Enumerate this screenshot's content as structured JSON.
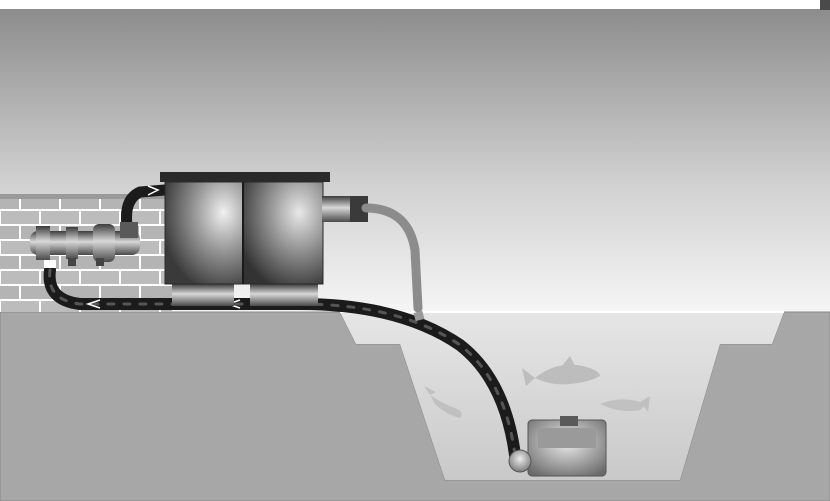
{
  "scene": {
    "description_visible_text": "",
    "elements": {
      "wall": "brick-wall",
      "filter": "pond-filter-box",
      "uv_unit": "uv-clarifier",
      "pump": "submersible-pump",
      "fish_count": 3
    }
  },
  "colors": {
    "sky_top": "#8e8e8e",
    "sky_bottom": "#f4f4f4",
    "ground": "#a6a6a6",
    "water": "#dcdcdc",
    "brick": "#bdbdbd",
    "mortar": "#ffffff",
    "hose": "#1a1a1a",
    "grey_hose": "#8a8a8a",
    "metal": "#6e6e6e"
  }
}
